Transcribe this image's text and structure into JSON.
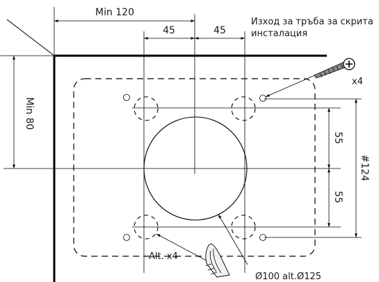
{
  "diagram": {
    "labels": {
      "min_120": "Min 120",
      "dim_45_left": "45",
      "dim_45_right": "45",
      "pipe_outlet_line1": "Изход за тръба за скрита",
      "pipe_outlet_line2": "инсталация",
      "screw_count": "x4",
      "min_80": "Min 80",
      "dim_55_top": "55",
      "dim_55_bottom": "55",
      "hash_124": "#124",
      "alt_x4": "Alt. x4",
      "diameter": "Ø100 alt.Ø125"
    },
    "icons": [
      "screw-icon",
      "wall-plug-icon"
    ]
  }
}
